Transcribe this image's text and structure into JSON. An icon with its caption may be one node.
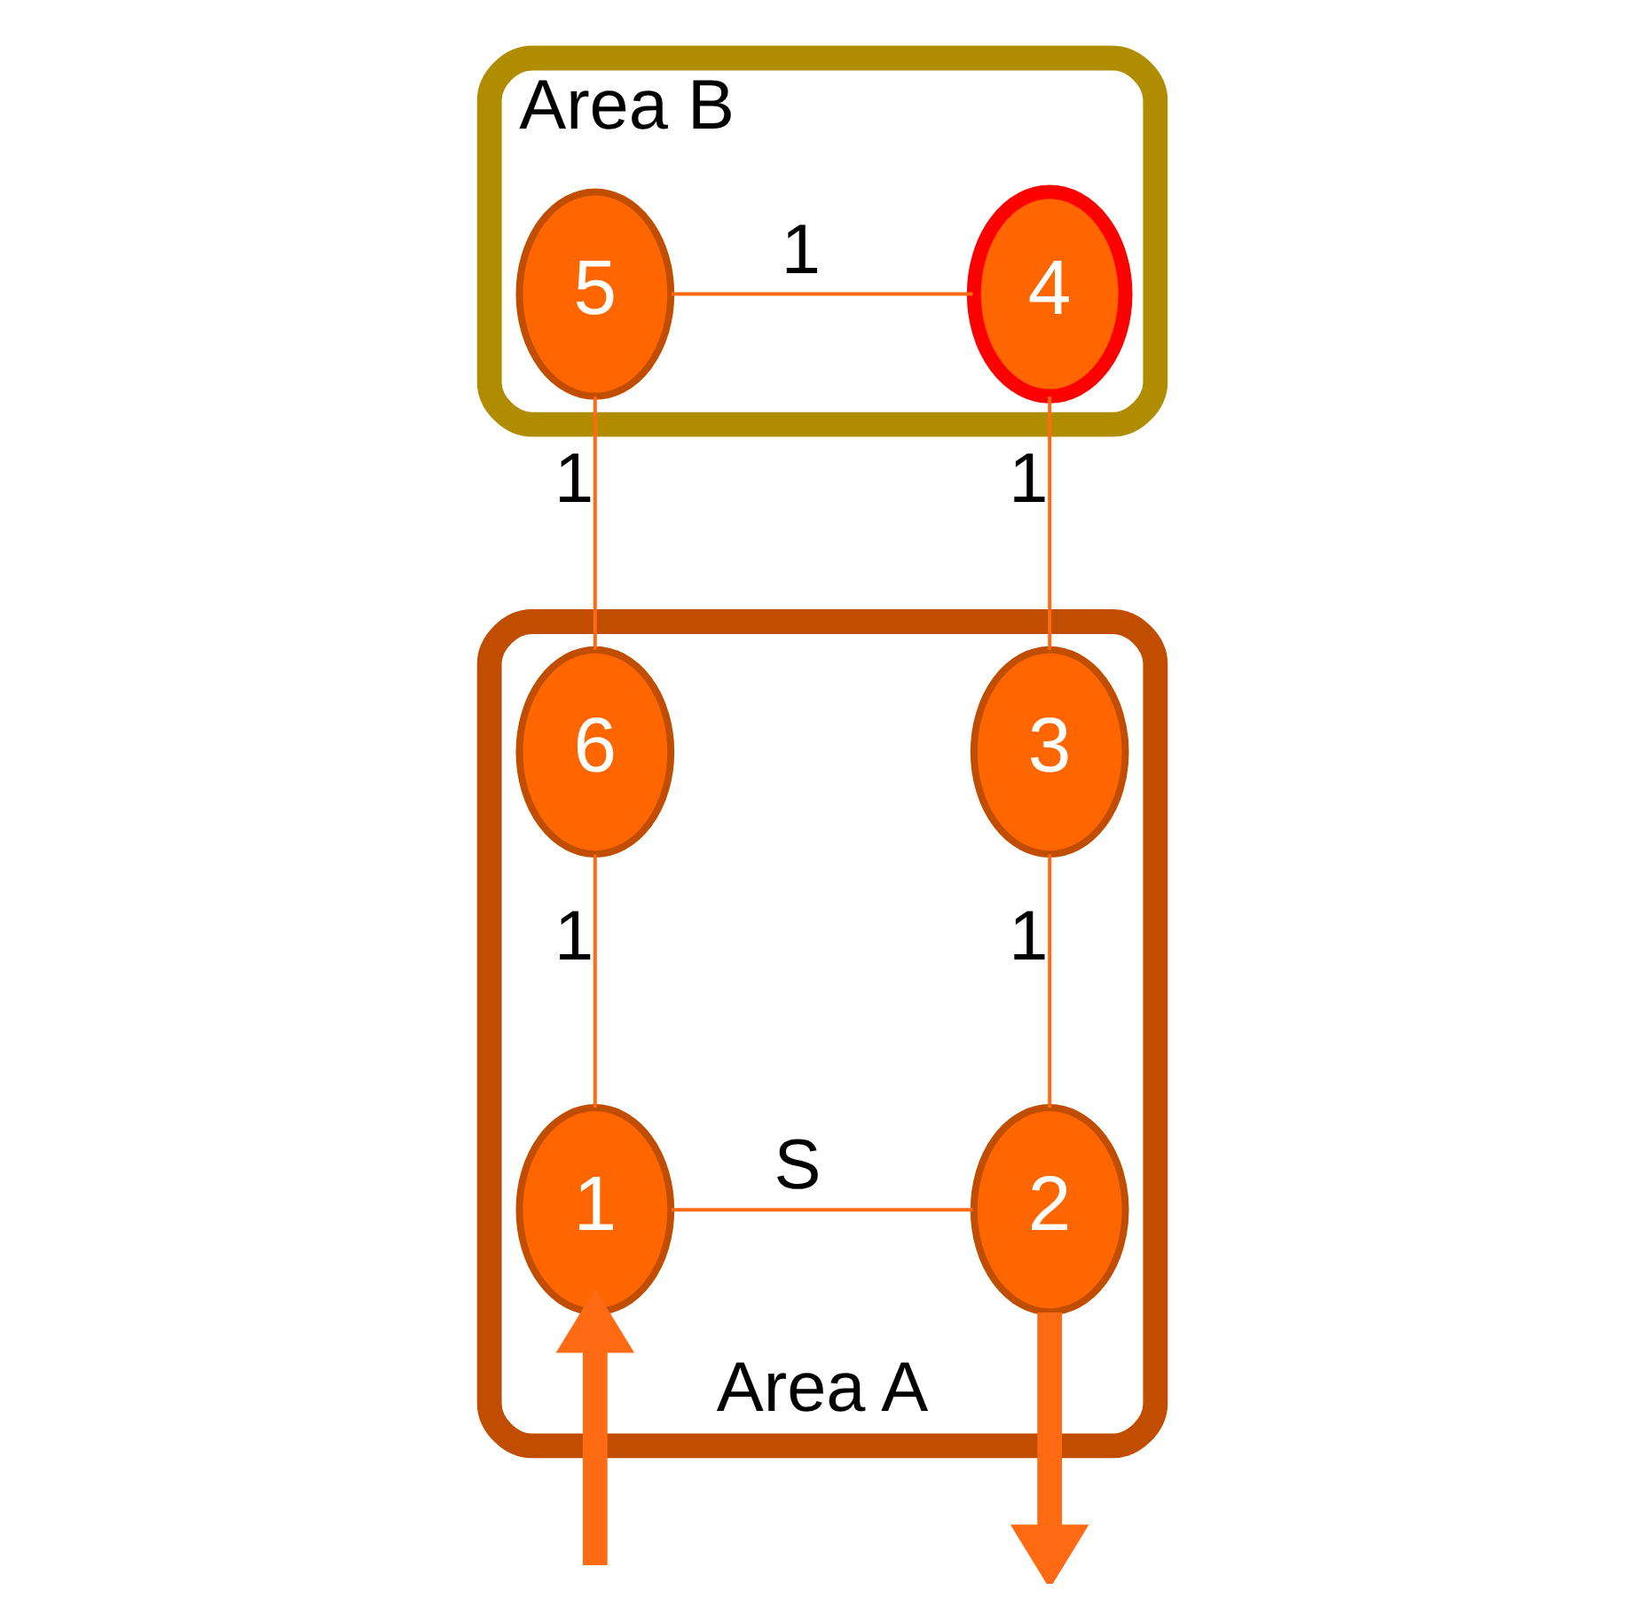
{
  "diagram": {
    "nodes": [
      {
        "text": [
          "Area B"
        ]
      },
      {
        "text": [
          "5"
        ],
        "in": 0
      },
      {
        "text": [
          "4"
        ],
        "in": 0
      },
      {
        "text": [
          "Area A"
        ]
      },
      {
        "text": [
          "6"
        ],
        "in": 3
      },
      {
        "text": [
          "3"
        ],
        "in": 3
      },
      {
        "text": [
          "1"
        ],
        "in": 3
      },
      {
        "text": [
          "2"
        ],
        "in": 3
      }
    ],
    "edges": [
      {
        "from": 1,
        "to": 2,
        "arrow": "none",
        "label": "1"
      },
      {
        "from": 1,
        "to": 4,
        "arrow": "none",
        "label": "1"
      },
      {
        "from": 2,
        "to": 5,
        "arrow": "none",
        "label": "1"
      },
      {
        "from": 4,
        "to": 6,
        "arrow": "none",
        "label": "1"
      },
      {
        "from": 5,
        "to": 7,
        "arrow": "none",
        "label": "1"
      },
      {
        "from": 6,
        "to": 7,
        "arrow": "none",
        "label": "S"
      },
      {
        "from": null,
        "to": 6,
        "arrow": "to",
        "style": "thick"
      },
      {
        "from": 7,
        "to": null,
        "arrow": "to",
        "style": "thick"
      }
    ]
  }
}
